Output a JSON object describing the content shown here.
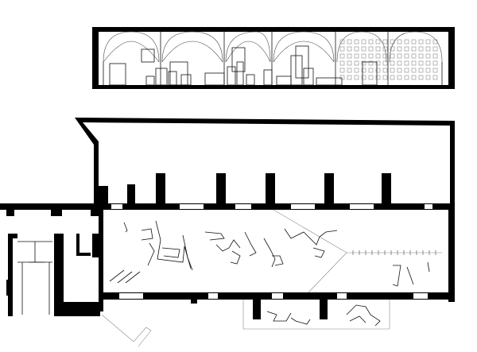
{
  "drawing": {
    "views": [
      "section",
      "floor-plan"
    ],
    "colors": {
      "ink": "#000000",
      "paper": "#ffffff",
      "hairline": "#888888"
    },
    "section": {
      "vault_bays": 6,
      "ribbed_bays": 4,
      "lattice_bays": 2
    },
    "floor_plan": {
      "main_hall_piers": 7,
      "installation_groups": 6,
      "annex_rooms": 2
    }
  }
}
